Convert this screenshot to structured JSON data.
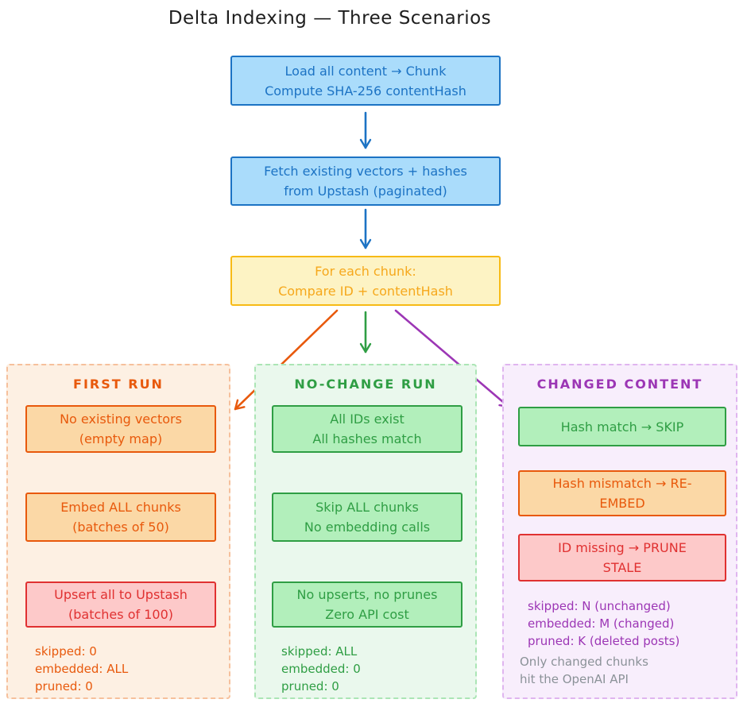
{
  "title": "Delta Indexing — Three Scenarios",
  "colors": {
    "ink": "#1e1e1e",
    "blue": "#1c73c4",
    "blue-fill": "#aadcfb",
    "yellow": "#f7ba16",
    "yellow-text": "#f6a81c",
    "yellow-fill": "#fdf3c4",
    "orange": "#e8590c",
    "orange-fill": "#fbd8a6",
    "orange-panel": "#fdf0e3",
    "orange-dash": "#f6c09c",
    "green": "#2f9e44",
    "green-fill": "#b2efbb",
    "green-panel": "#eaf8ed",
    "green-dash": "#abe5b5",
    "red": "#e03131",
    "red-fill": "#fdc9c9",
    "purple": "#9c36b5",
    "purple-panel": "#f8eefc",
    "purple-dash": "#dfb5ef",
    "gray": "#8b9298"
  },
  "flow": {
    "load": {
      "line1": "Load all content → Chunk",
      "line2": "Compute SHA-256 contentHash"
    },
    "fetch": {
      "line1": "Fetch existing vectors + hashes",
      "line2": "from Upstash (paginated)"
    },
    "compare": {
      "line1": "For each chunk:",
      "line2": "Compare ID + contentHash"
    }
  },
  "panels": [
    {
      "header": "FIRST RUN",
      "boxes": [
        {
          "line1": "No existing vectors",
          "line2": "(empty map)"
        },
        {
          "line1": "Embed ALL chunks",
          "line2": "(batches of 50)"
        },
        {
          "line1": "Upsert all to Upstash",
          "line2": "(batches of 100)"
        }
      ],
      "stats": [
        "skipped: 0",
        "embedded: ALL",
        "pruned: 0"
      ]
    },
    {
      "header": "NO-CHANGE RUN",
      "boxes": [
        {
          "line1": "All IDs exist",
          "line2": "All hashes match"
        },
        {
          "line1": "Skip ALL chunks",
          "line2": "No embedding calls"
        },
        {
          "line1": "No upserts, no prunes",
          "line2": "Zero API cost"
        }
      ],
      "stats": [
        "skipped: ALL",
        "embedded: 0",
        "pruned: 0"
      ]
    },
    {
      "header": "CHANGED CONTENT",
      "boxes": [
        {
          "line1": "Hash match → SKIP",
          "line2": ""
        },
        {
          "line1": "Hash mismatch → RE-",
          "line2": "EMBED"
        },
        {
          "line1": "ID missing → PRUNE",
          "line2": "STALE"
        }
      ],
      "stats": [
        "skipped: N (unchanged)",
        "embedded: M (changed)",
        "pruned: K (deleted posts)"
      ],
      "note": [
        "Only changed chunks",
        "hit the OpenAI API"
      ]
    }
  ]
}
